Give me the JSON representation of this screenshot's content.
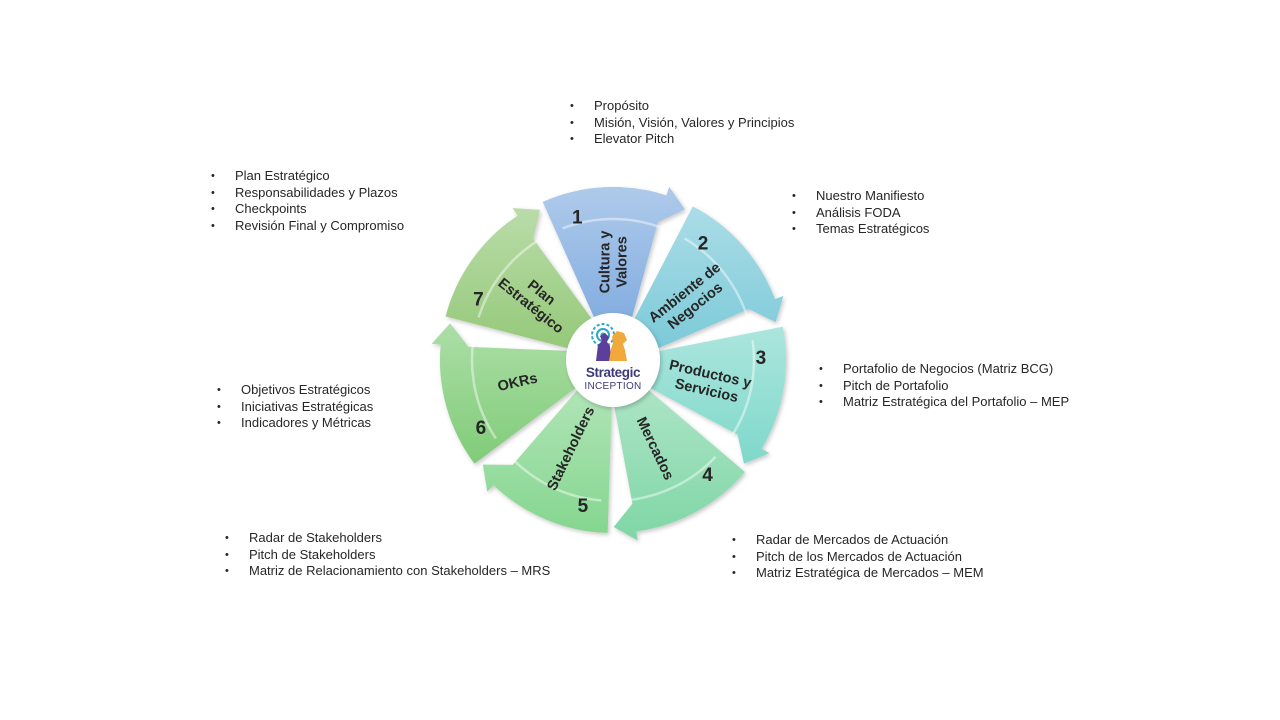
{
  "segments": [
    {
      "number": "1",
      "label": [
        "Cultura y",
        "Valores"
      ],
      "color": "#84aee0",
      "bullets": [
        "Propósito",
        "Misión, Visión, Valores y Principios",
        "Elevator Pitch"
      ]
    },
    {
      "number": "2",
      "label": [
        "Ambiente de",
        "Negocios"
      ],
      "color": "#7dcad9",
      "bullets": [
        "Nuestro Manifiesto",
        "Análisis FODA",
        "Temas Estratégicos"
      ]
    },
    {
      "number": "3",
      "label": [
        "Productos y",
        "Servicios"
      ],
      "color": "#7fd8cb",
      "bullets": [
        "Portafolio de Negocios (Matriz BCG)",
        "Pitch de Portafolio",
        "Matriz Estratégica del Portafolio – MEP"
      ]
    },
    {
      "number": "4",
      "label": [
        "Mercados"
      ],
      "color": "#7fd6a6",
      "bullets": [
        "Radar de Mercados de Actuación",
        "Pitch de los Mercados de Actuación",
        "Matriz Estratégica de Mercados – MEM"
      ]
    },
    {
      "number": "5",
      "label": [
        "Stakeholders"
      ],
      "color": "#85d68f",
      "bullets": [
        "Radar de Stakeholders",
        "Pitch de Stakeholders",
        "Matriz de Relacionamiento con Stakeholders – MRS"
      ]
    },
    {
      "number": "6",
      "label": [
        "OKRs"
      ],
      "color": "#80cc78",
      "bullets": [
        "Objetivos Estratégicos",
        "Iniciativas Estratégicas",
        "Indicadores y Métricas"
      ]
    },
    {
      "number": "7",
      "label": [
        "Plan",
        "Estratégico"
      ],
      "color": "#95c97a",
      "bullets": [
        "Plan Estratégico",
        "Responsabilidades y Plazos",
        "Checkpoints",
        "Revisión Final y Compromiso"
      ]
    }
  ],
  "logo": {
    "word": "Strategic",
    "sub": "INCEPTION",
    "colors": {
      "purple": "#5b3f9a",
      "gold": "#f2a93b",
      "teal": "#2aa7c9",
      "navy": "#3d3a78"
    }
  }
}
